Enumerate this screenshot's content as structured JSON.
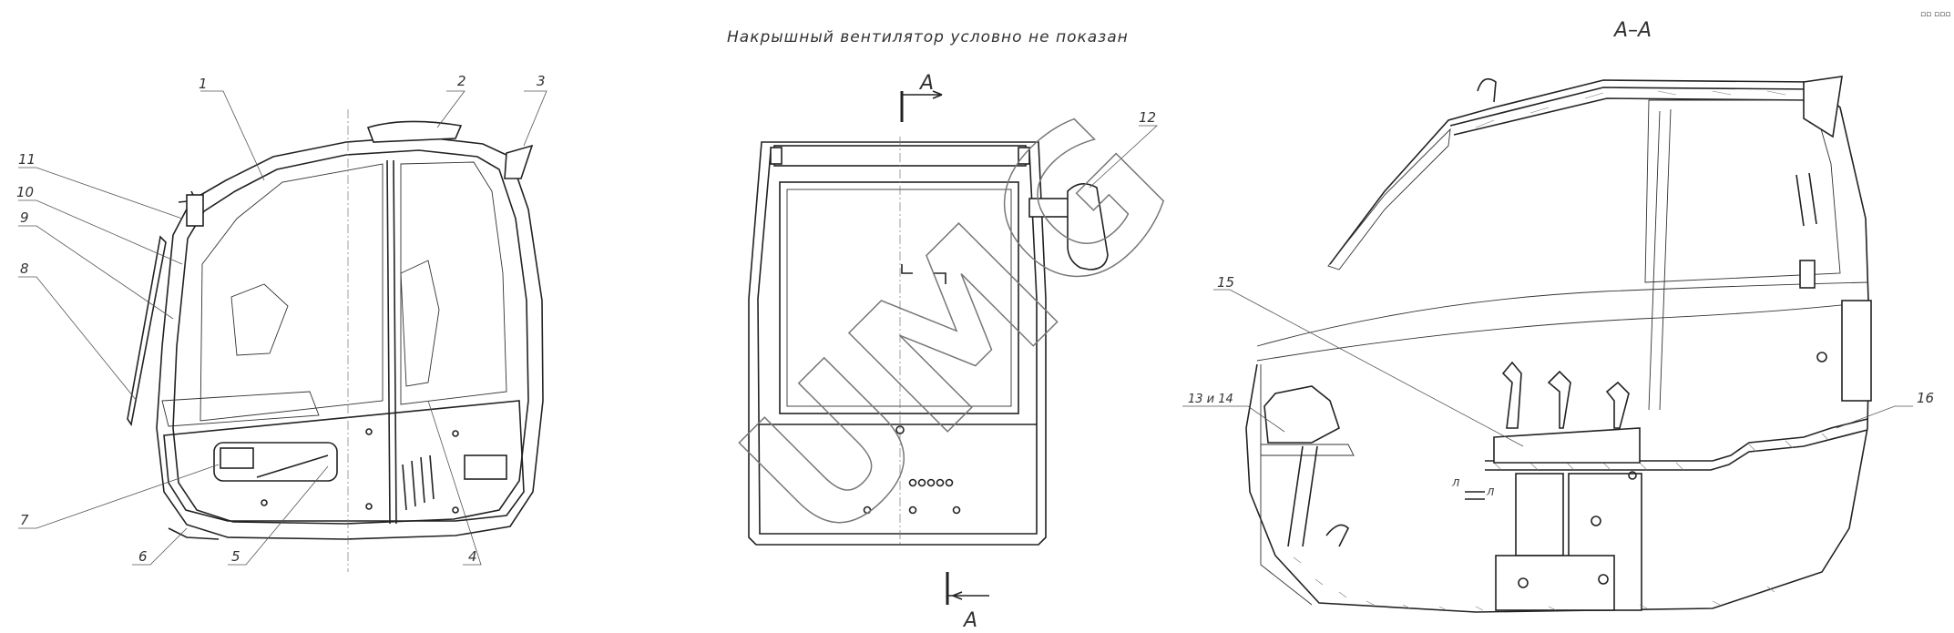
{
  "note": "Накрышный вентилятор условно не показан",
  "section_title": "А–А",
  "section_mark_top": "А",
  "section_mark_bottom": "А",
  "corner_mark": "▫▫ ▫▫▫",
  "watermark": "UMG",
  "callouts": {
    "c1": "1",
    "c2": "2",
    "c3": "3",
    "c4": "4",
    "c5": "5",
    "c6": "6",
    "c7": "7",
    "c8": "8",
    "c9": "9",
    "c10": "10",
    "c11": "11",
    "c12": "12",
    "c13_14": "13 и 14",
    "c15": "15",
    "c16": "16"
  },
  "dimension_marks": {
    "l1": "Л",
    "l2": "Л"
  }
}
